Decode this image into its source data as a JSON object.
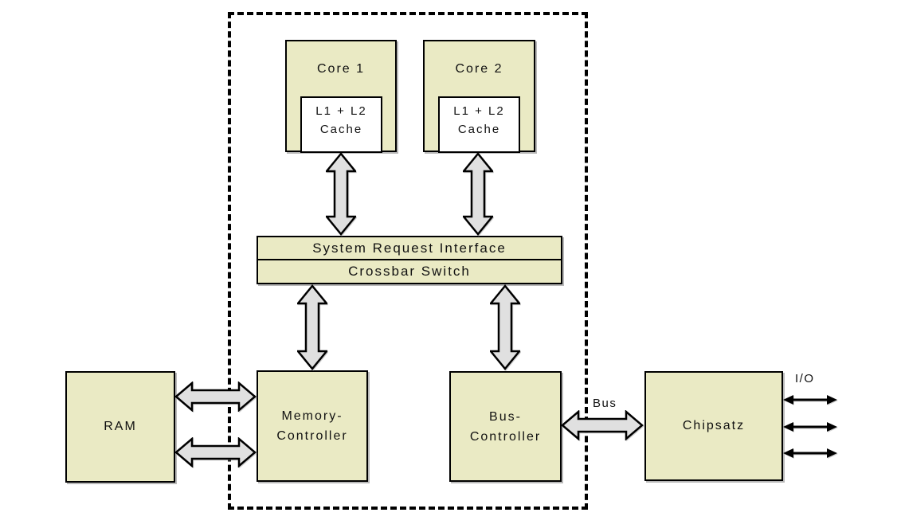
{
  "colors": {
    "background": "#ffffff",
    "box_fill": "#eaeac4",
    "cache_fill": "#ffffff",
    "arrow_fill": "#e0e0e0",
    "line_color": "#000000",
    "shadow_color": "#b8b8b8"
  },
  "nodes": {
    "core1": {
      "label": "Core 1",
      "cache": {
        "line1": "L1 + L2",
        "line2": "Cache"
      }
    },
    "core2": {
      "label": "Core 2",
      "cache": {
        "line1": "L1 + L2",
        "line2": "Cache"
      }
    },
    "system_request_interface": {
      "label": "System Request Interface"
    },
    "crossbar_switch": {
      "label": "Crossbar Switch"
    },
    "ram": {
      "label": "RAM"
    },
    "memory_controller": {
      "line1": "Memory-",
      "line2": "Controller"
    },
    "bus_controller": {
      "line1": "Bus-",
      "line2": "Controller"
    },
    "chipset": {
      "label": "Chipsatz"
    }
  },
  "annotations": {
    "bus": "Bus",
    "io": "I/O"
  }
}
